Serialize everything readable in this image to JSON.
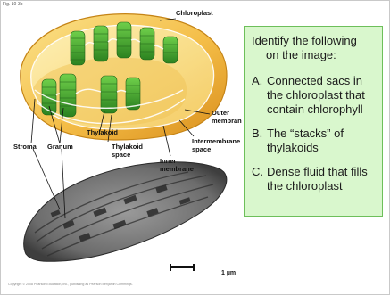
{
  "figure": {
    "fig_number": "Fig. 10-3b",
    "labels": {
      "chloroplast": "Chloroplast",
      "outer_membrane_l1": "Outer",
      "outer_membrane_l2": "membrane",
      "intermembrane_space_l1": "Intermembrane",
      "intermembrane_space_l2": "space",
      "inner_membrane_l1": "Inner",
      "inner_membrane_l2": "membrane",
      "thylakoid": "Thylakoid",
      "thylakoid_space_l1": "Thylakoid",
      "thylakoid_space_l2": "space",
      "stroma": "Stroma",
      "granum": "Granum"
    },
    "scale_label": "1 µm",
    "copyright": "Copyright © 2008 Pearson Education, Inc., publishing as Pearson Benjamin Cummings."
  },
  "question": {
    "intro_line1": "Identify the following",
    "intro_line2": "on the image:",
    "items": [
      {
        "letter": "A.",
        "text": "Connected sacs in the chloroplast that contain chlorophyll"
      },
      {
        "letter": "B.",
        "text": "The “stacks” of thylakoids"
      },
      {
        "letter": "C.",
        "text": "Dense fluid that fills the chloroplast"
      }
    ]
  },
  "colors": {
    "outer_membrane": "#f2b136",
    "stroma": "#f6d985",
    "granum": "#3a9a2a",
    "box_fill": "#d9f7cd",
    "box_border": "#6dbf5a"
  }
}
